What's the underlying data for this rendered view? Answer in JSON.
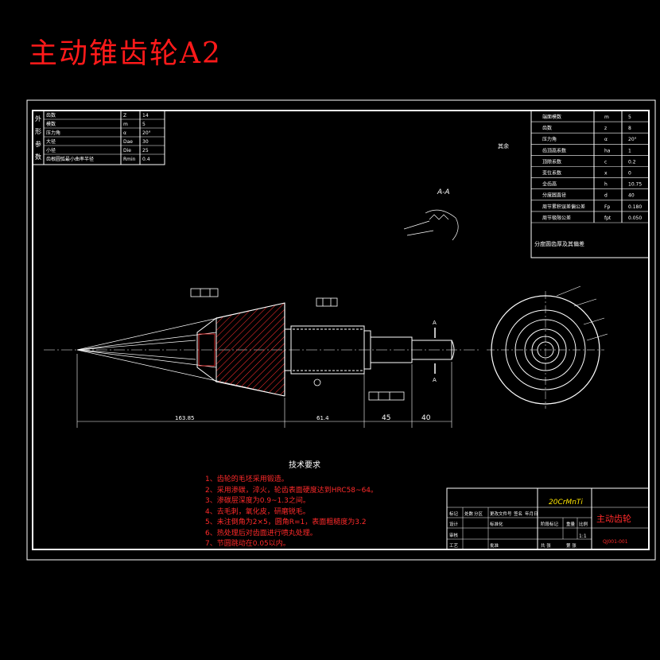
{
  "title": "主动锥齿轮A2",
  "left_table": {
    "group_label": [
      "外",
      "形",
      "参",
      "数"
    ],
    "rows": [
      {
        "name": "齿数",
        "sym": "Z",
        "val": "14"
      },
      {
        "name": "模数",
        "sym": "m",
        "val": "5"
      },
      {
        "name": "压力角",
        "sym": "α",
        "val": "20°"
      },
      {
        "name": "大径",
        "sym": "Dae",
        "val": "30"
      },
      {
        "name": "小径",
        "sym": "Die",
        "val": "25"
      },
      {
        "name": "齿根圆弧最小曲率半径",
        "sym": "Rmin",
        "val": "0.4"
      }
    ]
  },
  "right_table": {
    "rows": [
      {
        "name": "端面模数",
        "sym": "m",
        "val": "5"
      },
      {
        "name": "齿数",
        "sym": "z",
        "val": "8"
      },
      {
        "name": "压力角",
        "sym": "α",
        "val": "20°"
      },
      {
        "name": "齿顶高系数",
        "sym": "ha",
        "val": "1"
      },
      {
        "name": "顶隙系数",
        "sym": "c",
        "val": "0.2"
      },
      {
        "name": "变位系数",
        "sym": "x",
        "val": "0"
      },
      {
        "name": "全齿高",
        "sym": "h",
        "val": "10.75"
      },
      {
        "name": "分度圆直径",
        "sym": "d",
        "val": "40"
      },
      {
        "name": "周节累积误差偏公差",
        "sym": "Fp",
        "val": "0.180"
      },
      {
        "name": "周节极限公差",
        "sym": "fpt",
        "val": "0.050"
      }
    ],
    "footer": "分度圆齿厚及其偏差"
  },
  "labels": {
    "section": "A-A",
    "dim_left": "163.85",
    "dim_mid": "61.4",
    "dim_45": "45",
    "dim_40": "40",
    "note_tag": "其余"
  },
  "requirements": {
    "heading": "技术要求",
    "items": [
      "1、齿轮的毛坯采用锻造。",
      "2、采用渗碳，淬火，轮齿表面硬度达到HRC58~64。",
      "3、渗碳层深度为0.9~1.3之间。",
      "4、去毛刺，氧化皮，研磨锐毛。",
      "5、未注倒角为2×5，圆角R=1，表面粗糙度为3.2",
      "6、热处理后对齿面进行喷丸处理。",
      "7、节圆跳动在0.05以内。"
    ]
  },
  "title_block": {
    "material": "20CrMnTi",
    "part_name": "主动齿轮",
    "drawing_no": "QJ001-001",
    "labels": [
      "标记",
      "处数",
      "分区",
      "更改文件号",
      "签名",
      "年月日",
      "设计",
      "标准化",
      "阶段标记",
      "重量",
      "比例",
      "审核",
      "工艺",
      "批准",
      "共 张",
      "第 张"
    ],
    "scale": "1:1"
  }
}
